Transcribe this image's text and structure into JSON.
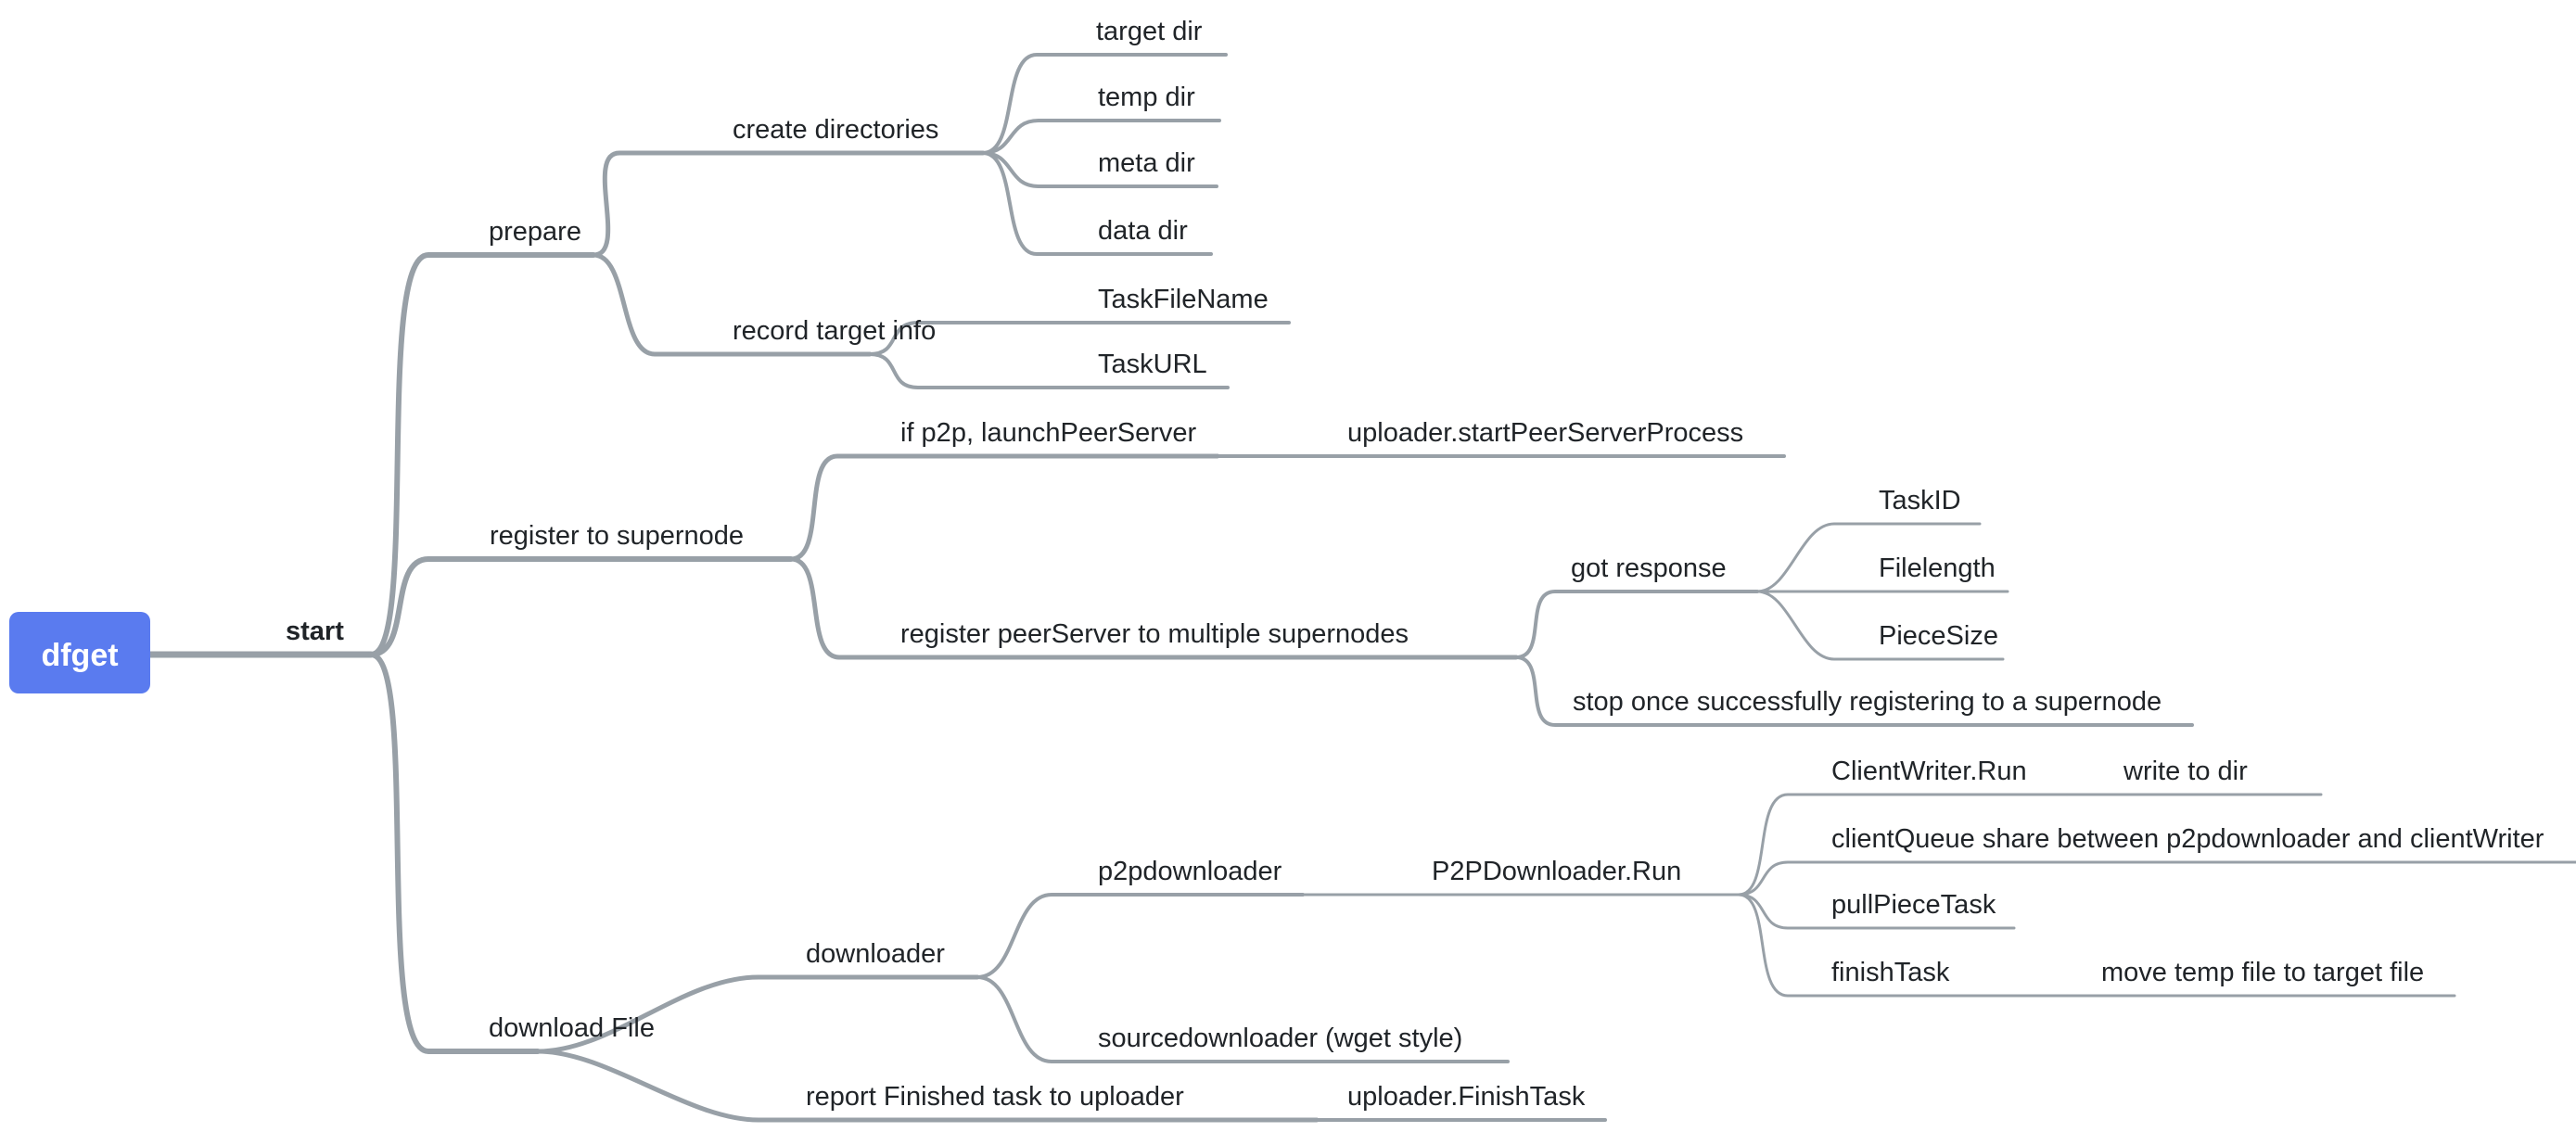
{
  "title": "dfget flow mind map",
  "colors": {
    "root_node_fill": "#5A7BEF",
    "root_node_text": "#FFFFFF",
    "branch_line": "#98A0A7",
    "label_text": "#202428"
  },
  "tree": {
    "label": "dfget",
    "children": [
      {
        "label": "start",
        "children": [
          {
            "label": "prepare",
            "children": [
              {
                "label": "create directories",
                "children": [
                  {
                    "label": "target dir"
                  },
                  {
                    "label": "temp dir"
                  },
                  {
                    "label": "meta dir"
                  },
                  {
                    "label": "data dir"
                  }
                ]
              },
              {
                "label": "record target info",
                "children": [
                  {
                    "label": "TaskFileName"
                  },
                  {
                    "label": "TaskURL"
                  }
                ]
              }
            ]
          },
          {
            "label": "register to supernode",
            "children": [
              {
                "label": "if p2p, launchPeerServer",
                "children": [
                  {
                    "label": "uploader.startPeerServerProcess"
                  }
                ]
              },
              {
                "label": "register peerServer to multiple supernodes",
                "children": [
                  {
                    "label": "got response",
                    "children": [
                      {
                        "label": "TaskID"
                      },
                      {
                        "label": "Filelength"
                      },
                      {
                        "label": "PieceSize"
                      }
                    ]
                  },
                  {
                    "label": "stop once successfully registering to a supernode"
                  }
                ]
              }
            ]
          },
          {
            "label": "download File",
            "children": [
              {
                "label": "downloader",
                "children": [
                  {
                    "label": "p2pdownloader",
                    "children": [
                      {
                        "label": "P2PDownloader.Run",
                        "children": [
                          {
                            "label": "ClientWriter.Run",
                            "children": [
                              {
                                "label": "write to dir"
                              }
                            ]
                          },
                          {
                            "label": "clientQueue share between p2pdownloader and clientWriter"
                          },
                          {
                            "label": "pullPieceTask"
                          },
                          {
                            "label": "finishTask",
                            "children": [
                              {
                                "label": "move temp file to target file"
                              }
                            ]
                          }
                        ]
                      }
                    ]
                  },
                  {
                    "label": "sourcedownloader (wget style)"
                  }
                ]
              },
              {
                "label": "report Finished task to uploader",
                "children": [
                  {
                    "label": "uploader.FinishTask"
                  }
                ]
              }
            ]
          }
        ]
      }
    ]
  }
}
